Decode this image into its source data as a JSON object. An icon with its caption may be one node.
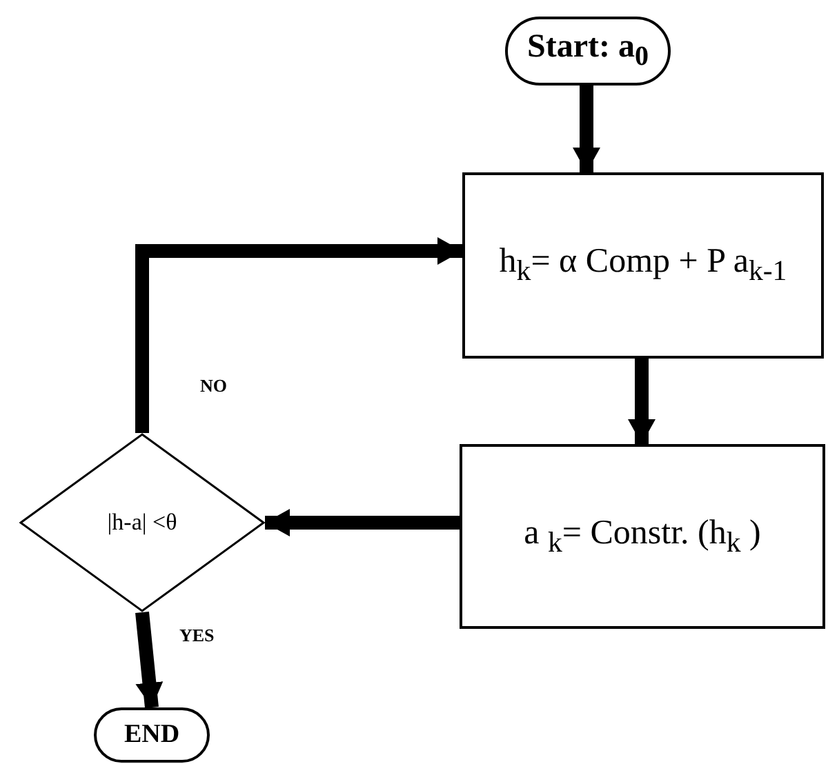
{
  "diagram": {
    "nodes": [
      {
        "text": [
          "Start: a$_{0}$"
        ]
      },
      {
        "text": [
          "h$_{k}$= α Comp + P a$_{k-1}$"
        ]
      },
      {
        "text": [
          "a $_{k}$= Constr. (h$_{k}$ )"
        ]
      },
      {
        "text": [
          "|h-a| <θ"
        ]
      },
      {
        "text": [
          "END"
        ]
      }
    ],
    "edges": [
      {
        "from": 0,
        "to": 1,
        "arrow": "to"
      },
      {
        "from": 1,
        "to": 2,
        "arrow": "to"
      },
      {
        "from": 2,
        "to": 3,
        "arrow": "to"
      },
      {
        "from": 3,
        "to": 1,
        "arrow": "to",
        "label": "NO"
      },
      {
        "from": 3,
        "to": 4,
        "arrow": "to",
        "label": "YES"
      }
    ]
  }
}
